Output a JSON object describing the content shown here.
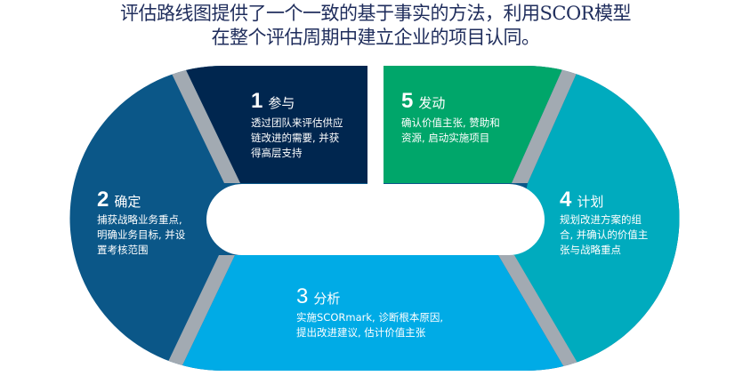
{
  "title": {
    "line1": "评估路线图提供了一个一致的基于事实的方法，利用SCOR模型",
    "line2": "在整个评估周期中建立企业的项目认同。"
  },
  "colors": {
    "segment1": "#00264f",
    "segment2": "#0b5788",
    "segment3": "#00abe6",
    "segment4": "#00abbe",
    "segment5": "#00a66a",
    "separator": "#a2aab2",
    "title": "#1f2d5c"
  },
  "segments": [
    {
      "number": "1",
      "title": "参与",
      "lines": [
        "透过团队来评估供应",
        "链改进的需要, 并获",
        "得高层支持"
      ]
    },
    {
      "number": "2",
      "title": "确定",
      "lines": [
        "捕获战略业务重点,",
        "明确业务目标, 并设",
        "置考核范围"
      ]
    },
    {
      "number": "3",
      "title": "分析",
      "lines": [
        "实施SCORmark, 诊断根本原因,",
        "提出改进建议, 估计价值主张"
      ]
    },
    {
      "number": "4",
      "title": "计划",
      "lines": [
        "规划改进方案的组",
        "合, 并确认的价值主",
        "张与战略重点"
      ]
    },
    {
      "number": "5",
      "title": "发动",
      "lines": [
        "确认价值主张, 赞助和",
        "资源, 启动实施项目"
      ]
    }
  ]
}
